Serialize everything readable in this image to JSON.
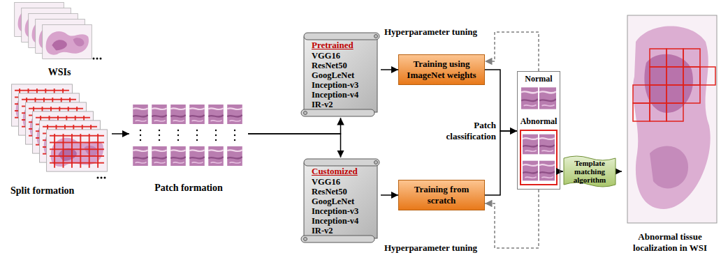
{
  "diagram": {
    "nodes": [
      {
        "text": [
          "WSIs"
        ]
      },
      {
        "text": [
          "Split formation"
        ]
      },
      {
        "text": [
          "Patch formation"
        ]
      },
      {
        "text": [
          "Pretrained",
          "VGG16",
          "ResNet50",
          "GoogLeNet",
          "Inception-v3",
          "Inception-v4",
          "IR-v2"
        ]
      },
      {
        "text": [
          "Customized",
          "VGG16",
          "ResNet50",
          "GoogLeNet",
          "Inception-v3",
          "Inception-v4",
          "IR-v2"
        ]
      },
      {
        "text": [
          "Training using ImageNet weights"
        ]
      },
      {
        "text": [
          "Training from scratch"
        ]
      },
      {
        "text": [
          "Normal",
          "Abnormal"
        ]
      },
      {
        "text": [
          "Template matching algorithm"
        ]
      },
      {
        "text": [
          "Abnormal tissue localization in WSI"
        ]
      }
    ],
    "edges": [
      {
        "from": 1,
        "to": 2,
        "arrow": "to"
      },
      {
        "from": 2,
        "to": 3,
        "arrow": "to"
      },
      {
        "from": 2,
        "to": 4,
        "arrow": "to"
      },
      {
        "from": 3,
        "to": 5,
        "arrow": "to"
      },
      {
        "from": 4,
        "to": 6,
        "arrow": "to"
      },
      {
        "from": 5,
        "to": 7,
        "arrow": "to"
      },
      {
        "from": 6,
        "to": 7,
        "arrow": "to"
      },
      {
        "from": 7,
        "to": 5,
        "arrow": "to"
      },
      {
        "from": 7,
        "to": 6,
        "arrow": "to"
      },
      {
        "from": 7,
        "to": 8,
        "arrow": "to"
      },
      {
        "from": 8,
        "to": 9,
        "arrow": "to"
      }
    ],
    "labels": [
      "Hyperparameter tuning",
      "Hyperparameter tuning",
      "Patch classification"
    ]
  }
}
